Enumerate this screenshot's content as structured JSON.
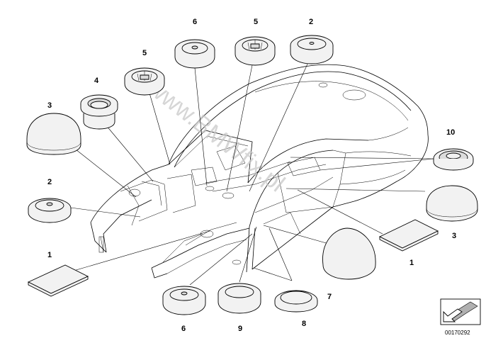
{
  "callouts": {
    "c1_left": "1",
    "c2_left": "2",
    "c3_left": "3",
    "c4": "4",
    "c5_a": "5",
    "c6_top": "6",
    "c5_b": "5",
    "c2_top": "2",
    "c10": "10",
    "c3_right": "3",
    "c1_right": "1",
    "c7": "7",
    "c6_bottom": "6",
    "c9": "9",
    "c8": "8"
  },
  "watermark": "www.BMWfix.pl",
  "image_number": "00170292",
  "icons": [
    "arrow-sticker-icon"
  ]
}
